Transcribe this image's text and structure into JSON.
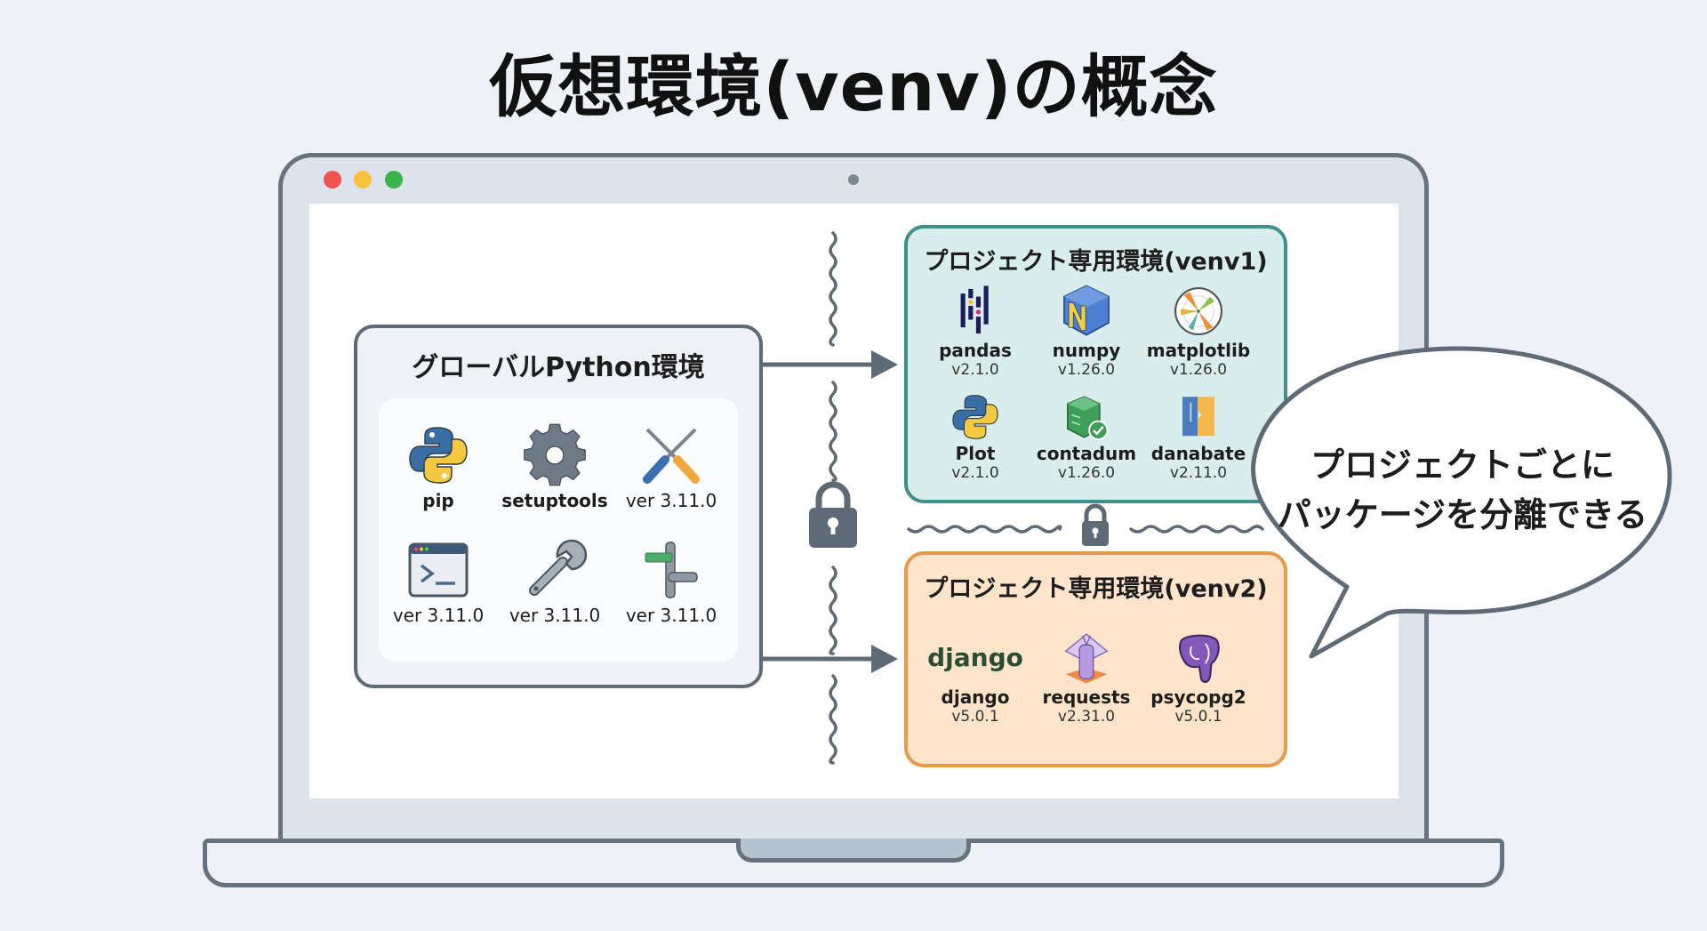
{
  "title": "仮想環境(venv)の概念",
  "window_controls": {
    "colors": {
      "close": "#ef5350",
      "minimize": "#f7c23b",
      "maximize": "#3bb54a"
    }
  },
  "global_env": {
    "title": "グローバルPython環境",
    "items": [
      {
        "icon": "python-logo-icon",
        "label": "pip"
      },
      {
        "icon": "gear-icon",
        "label": "setuptools"
      },
      {
        "icon": "screwdrivers-icon",
        "label": "ver 3.11.0"
      },
      {
        "icon": "terminal-icon",
        "label": "ver 3.11.0"
      },
      {
        "icon": "wrench-icon",
        "label": "ver 3.11.0"
      },
      {
        "icon": "pipe-connector-icon",
        "label": "ver 3.11.0"
      }
    ]
  },
  "venv1": {
    "title": "プロジェクト専用環境(venv1)",
    "accent": "#3f8f8b",
    "items": [
      {
        "icon": "pandas-logo-icon",
        "name": "pandas",
        "version": "v2.1.0"
      },
      {
        "icon": "numpy-logo-icon",
        "name": "numpy",
        "version": "v1.26.0"
      },
      {
        "icon": "matplotlib-logo-icon",
        "name": "matplotlib",
        "version": "v1.26.0"
      },
      {
        "icon": "python-logo-icon",
        "name": "Plot",
        "version": "v2.1.0"
      },
      {
        "icon": "database-check-icon",
        "name": "contadum",
        "version": "v1.26.0"
      },
      {
        "icon": "danabate-logo-icon",
        "name": "danabate",
        "version": "v2.11.0"
      }
    ]
  },
  "venv2": {
    "title": "プロジェクト専用環境(venv2)",
    "accent": "#e8994b",
    "items": [
      {
        "icon": "django-logo-icon",
        "logo_text": "django",
        "name": "django",
        "version": "v5.0.1"
      },
      {
        "icon": "requests-logo-icon",
        "name": "requests",
        "version": "v2.31.0"
      },
      {
        "icon": "postgresql-elephant-icon",
        "name": "psycopg2",
        "version": "v5.0.1"
      }
    ]
  },
  "callout": {
    "line1": "プロジェクトごとに",
    "line2": "パッケージを分離できる"
  }
}
